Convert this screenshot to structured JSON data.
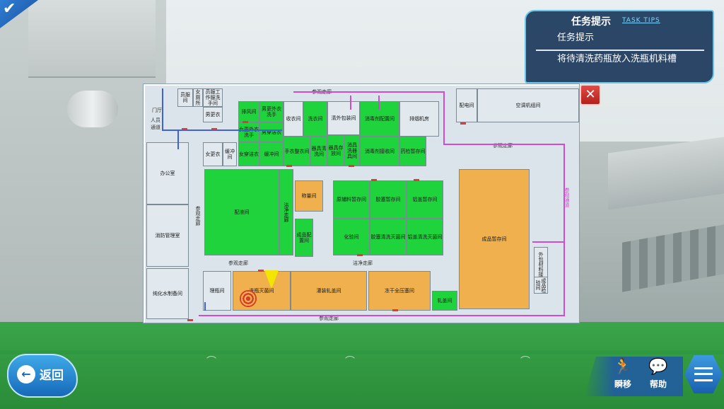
{
  "tips": {
    "title": "任务提示",
    "title_en": "TASK TIPS",
    "subtitle": "任务提示",
    "text": "将待清洗药瓶放入洗瓶机料槽"
  },
  "map": {
    "rooms": {
      "r1": "员服间",
      "r2": "女厕所",
      "r3": "员服工作服洗手间",
      "r4": "男更衣",
      "r5": "门厅",
      "r6": "人员通道",
      "r7": "排风间",
      "r8": "男更外衣洗手",
      "r9": "收衣间",
      "r10": "洗衣间",
      "r11": "器具清洗间",
      "r12": "清外包装间",
      "r13": "消毒剂配置间",
      "r14": "排烟机房",
      "r15": "配电间",
      "r16": "空调机组间",
      "r17": "女更外衣洗手",
      "r18": "男穿洁衣",
      "r19": "女更衣",
      "r20": "缓冲间",
      "r21": "女穿洁衣",
      "r22": "手衣整衣间",
      "r23": "器具存放间",
      "r24": "消具洗器具间",
      "r25": "缓冲间",
      "r26": "消毒剂接收间",
      "r27": "药检暂存间",
      "r28": "办公室",
      "r29": "配液间",
      "r30": "洁净走廊",
      "r31": "称量间",
      "r32": "原辅料暂存间",
      "r33": "胶塞暂存间",
      "r34": "铝盖暂存间",
      "r35": "成品暂存间",
      "r36": "消防管理室",
      "r37": "成品配置间",
      "r38": "化验间",
      "r39": "胶塞清洗灭菌间",
      "r40": "铝盖清洗灭菌间",
      "r41": "纯化水制备间",
      "r42": "理瓶间",
      "r43": "洗瓶灭菌间",
      "r44": "灌装轧盖间",
      "r45": "冻干全压塞间",
      "r46": "轧盖间",
      "r47": "外包材料接收间",
      "r48": "成品检验间"
    },
    "corridors": {
      "c1": "参观走廊",
      "c2": "参观走廊",
      "c3": "参观走廊",
      "c4": "参观走廊",
      "c5": "洁净走廊",
      "c6": "参观走廊",
      "c7": "参观通道"
    }
  },
  "close_label": "✕",
  "back": {
    "label": "返回",
    "arrow": "←"
  },
  "tools": {
    "teleport_label": "瞬移",
    "teleport_icon": "🏃",
    "help_label": "帮助",
    "help_icon": "💬"
  },
  "check_mark": "✔"
}
